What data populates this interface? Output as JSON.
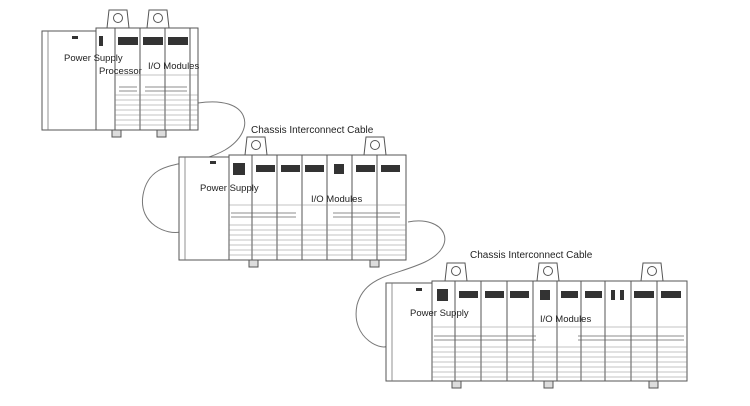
{
  "chassis": [
    {
      "power_supply_label": "Power Supply",
      "processor_label": "Processor",
      "io_modules_label": "I/O Modules"
    },
    {
      "power_supply_label": "Power Supply",
      "io_modules_label": "I/O Modules"
    },
    {
      "power_supply_label": "Power Supply",
      "io_modules_label": "I/O Modules"
    }
  ],
  "cables": [
    {
      "label": "Chassis Interconnect Cable"
    },
    {
      "label": "Chassis Interconnect Cable"
    }
  ],
  "colors": {
    "line": "#555555",
    "module_fill": "#ffffff",
    "dark": "#333333",
    "connector_fill": "#dddddd"
  }
}
